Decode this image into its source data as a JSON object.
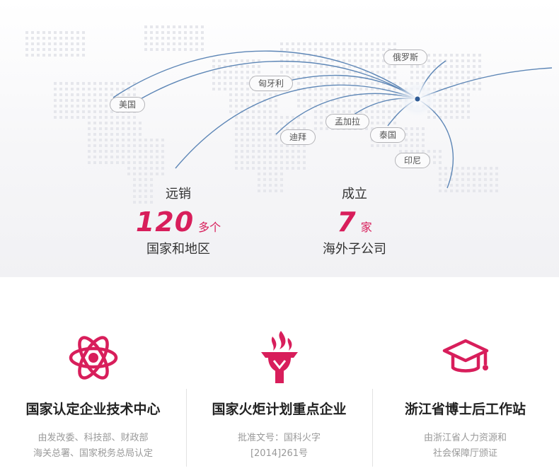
{
  "map": {
    "labels": {
      "usa": "美国",
      "hungary": "匈牙利",
      "russia": "俄罗斯",
      "bangladesh": "孟加拉",
      "dubai": "迪拜",
      "thailand": "泰国",
      "indonesia": "印尼"
    }
  },
  "stats": [
    {
      "label": "远销",
      "number": "120",
      "unit": "多个",
      "sub": "国家和地区"
    },
    {
      "label": "成立",
      "number": "7",
      "unit": "家",
      "sub": "海外子公司"
    }
  ],
  "certs": [
    {
      "icon": "atom-icon",
      "title": "国家认定企业技术中心",
      "desc1": "由发改委、科技部、财政部",
      "desc2": "海关总署、国家税务总局认定"
    },
    {
      "icon": "torch-icon",
      "title": "国家火炬计划重点企业",
      "desc1": "批准文号：国科火字",
      "desc2": "[2014]261号"
    },
    {
      "icon": "graduation-cap-icon",
      "title": "浙江省博士后工作站",
      "desc1": "由浙江省人力资源和",
      "desc2": "社会保障厅颁证"
    }
  ],
  "colors": {
    "accent": "#d81e5b",
    "line": "#5d86b6"
  }
}
